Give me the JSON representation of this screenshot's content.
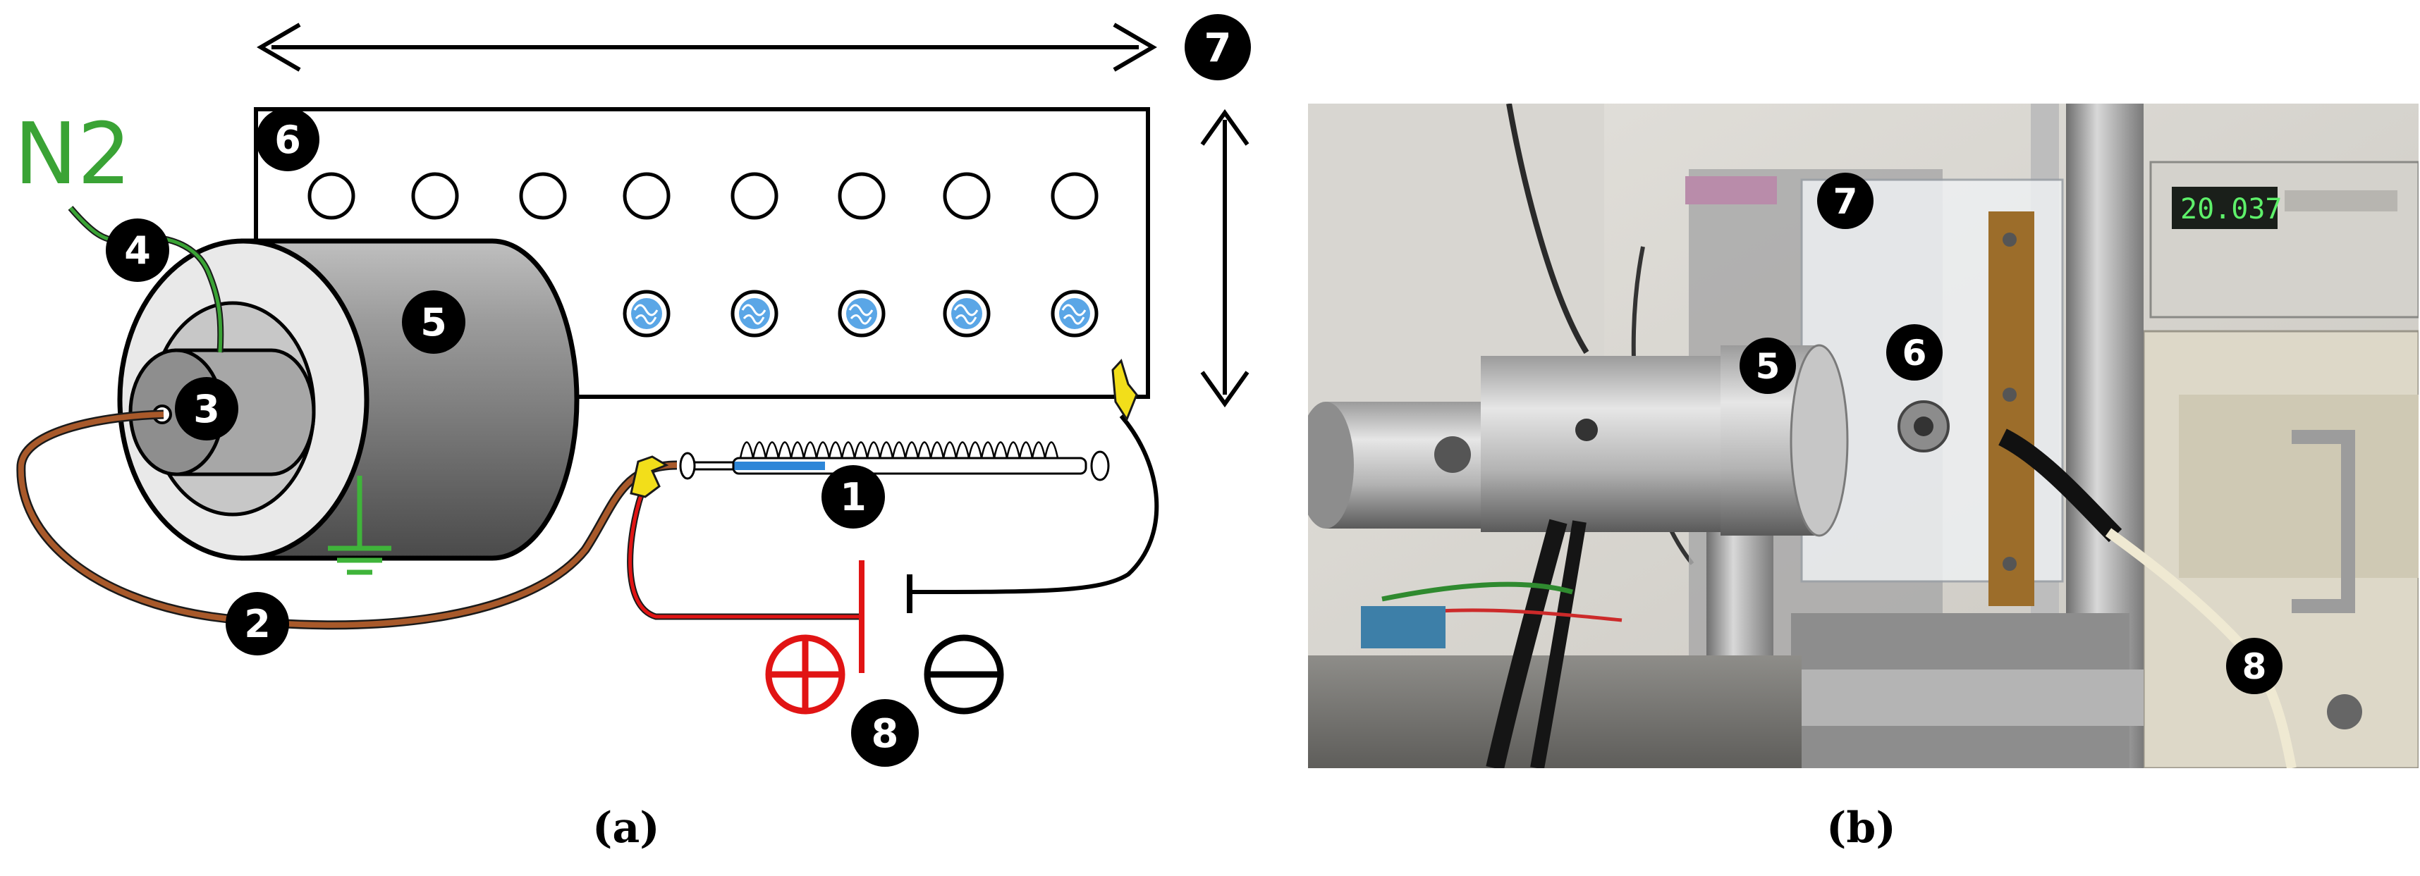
{
  "panel_a": {
    "gas_label": "N2",
    "markers": {
      "syringe": "1",
      "brown_cable": "2",
      "inner_electrode": "3",
      "gas_tube": "4",
      "cylinder": "5",
      "collector_plate": "6",
      "motion_stage": "7",
      "power_supply": "8"
    },
    "plus_symbol": "+",
    "minus_symbol": "−"
  },
  "panel_b": {
    "display_reading": "20.037",
    "markers": {
      "cylinder": "5",
      "collector_plate": "6",
      "motion_stage": "7",
      "power_supply": "8"
    }
  },
  "captions": {
    "a": "(a)",
    "b": "(b)"
  },
  "colors": {
    "gas_green": "#3aa335",
    "cable_brown": "#a8592a",
    "positive_red": "#e11414",
    "fiber_blue": "#2d86d8",
    "ground_green": "#3fb43a",
    "clip_yellow": "#f2de1a"
  }
}
